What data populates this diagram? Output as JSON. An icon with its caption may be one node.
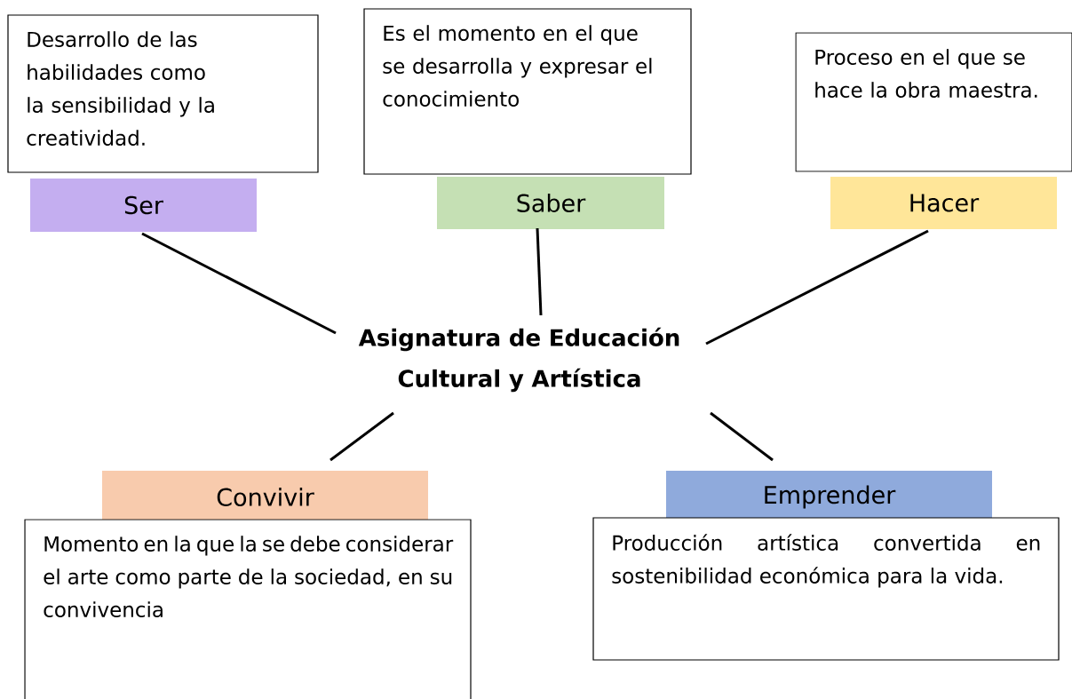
{
  "diagram": {
    "nodes": [
      {
        "text": [
          "Desarrollo de las habilidades como la sensibilidad y la creatividad."
        ]
      },
      {
        "text": [
          "Es el momento en el que se desarrolla y expresar el conocimiento"
        ]
      },
      {
        "text": [
          "Proceso en el que se hace la obra maestra."
        ]
      },
      {
        "text": [
          "Ser"
        ]
      },
      {
        "text": [
          "Saber"
        ]
      },
      {
        "text": [
          "Hacer"
        ]
      },
      {
        "text": [
          "Asignatura de Educación Cultural y Artística"
        ]
      },
      {
        "text": [
          "Convivir"
        ]
      },
      {
        "text": [
          "Emprender"
        ]
      },
      {
        "text": [
          "Momento en la que la se debe considerar el arte como parte de la sociedad, en su convivencia"
        ]
      },
      {
        "text": [
          "Producción artística convertida en sostenibilidad económica para la vida."
        ]
      }
    ],
    "edges": [
      {
        "from": 6,
        "to": 3,
        "arrow": "none"
      },
      {
        "from": 6,
        "to": 4,
        "arrow": "none"
      },
      {
        "from": 6,
        "to": 5,
        "arrow": "none"
      },
      {
        "from": 6,
        "to": 7,
        "arrow": "none"
      },
      {
        "from": 6,
        "to": 8,
        "arrow": "none"
      }
    ]
  }
}
